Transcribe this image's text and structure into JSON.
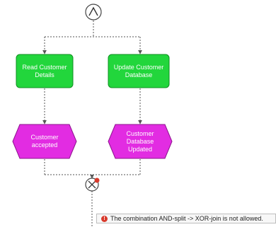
{
  "nodes": {
    "split_connector": {
      "type": "AND",
      "symbol": "∧"
    },
    "join_connector": {
      "type": "XOR",
      "symbol": "×",
      "has_error": true
    },
    "function_left": {
      "label": "Read Customer Details"
    },
    "function_right": {
      "label": "Update Customer Database"
    },
    "event_left": {
      "label": "Customer accepted"
    },
    "event_right": {
      "label": "Customer Database Updated"
    }
  },
  "error_tooltip": {
    "icon": "error-icon",
    "text": "The combination AND-split -> XOR-join is not allowed."
  },
  "colors": {
    "function_fill": "#22d63c",
    "function_stroke": "#0f8f20",
    "event_fill": "#e22ce2",
    "event_stroke": "#8d148d",
    "connector_fill": "#ffffff",
    "connector_stroke": "#444444",
    "edge": "#555555",
    "error": "#d8392b"
  }
}
